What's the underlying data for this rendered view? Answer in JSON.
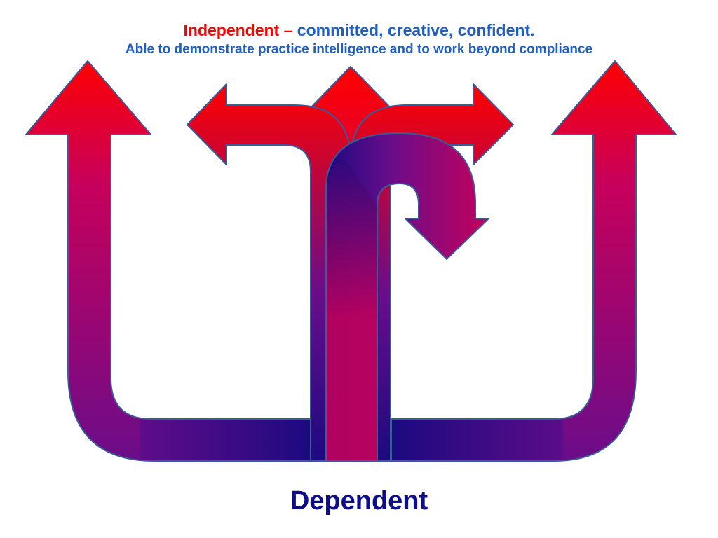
{
  "title": {
    "emphasis": "Independent –",
    "rest": "committed, creative, confident.",
    "subtitle": "Able to demonstrate practice intelligence and to work beyond compliance"
  },
  "bottom_label": "Dependent",
  "colors": {
    "emphasis": "#ff0000",
    "subtitle": "#1f5fbf",
    "label": "#0d0d8c",
    "arrow_red": "#ff0000",
    "arrow_crimson": "#c8005a",
    "arrow_purple": "#6a0d8a",
    "arrow_navy": "#1c0a80",
    "outline": "#3a5a9a"
  },
  "arrows": [
    {
      "name": "left-outer-arrow",
      "direction": "up"
    },
    {
      "name": "right-outer-arrow",
      "direction": "up"
    },
    {
      "name": "center-up-arrow",
      "direction": "up"
    },
    {
      "name": "left-branch-arrow",
      "direction": "left"
    },
    {
      "name": "right-branch-arrow",
      "direction": "right"
    },
    {
      "name": "u-turn-arrow",
      "direction": "down"
    }
  ]
}
